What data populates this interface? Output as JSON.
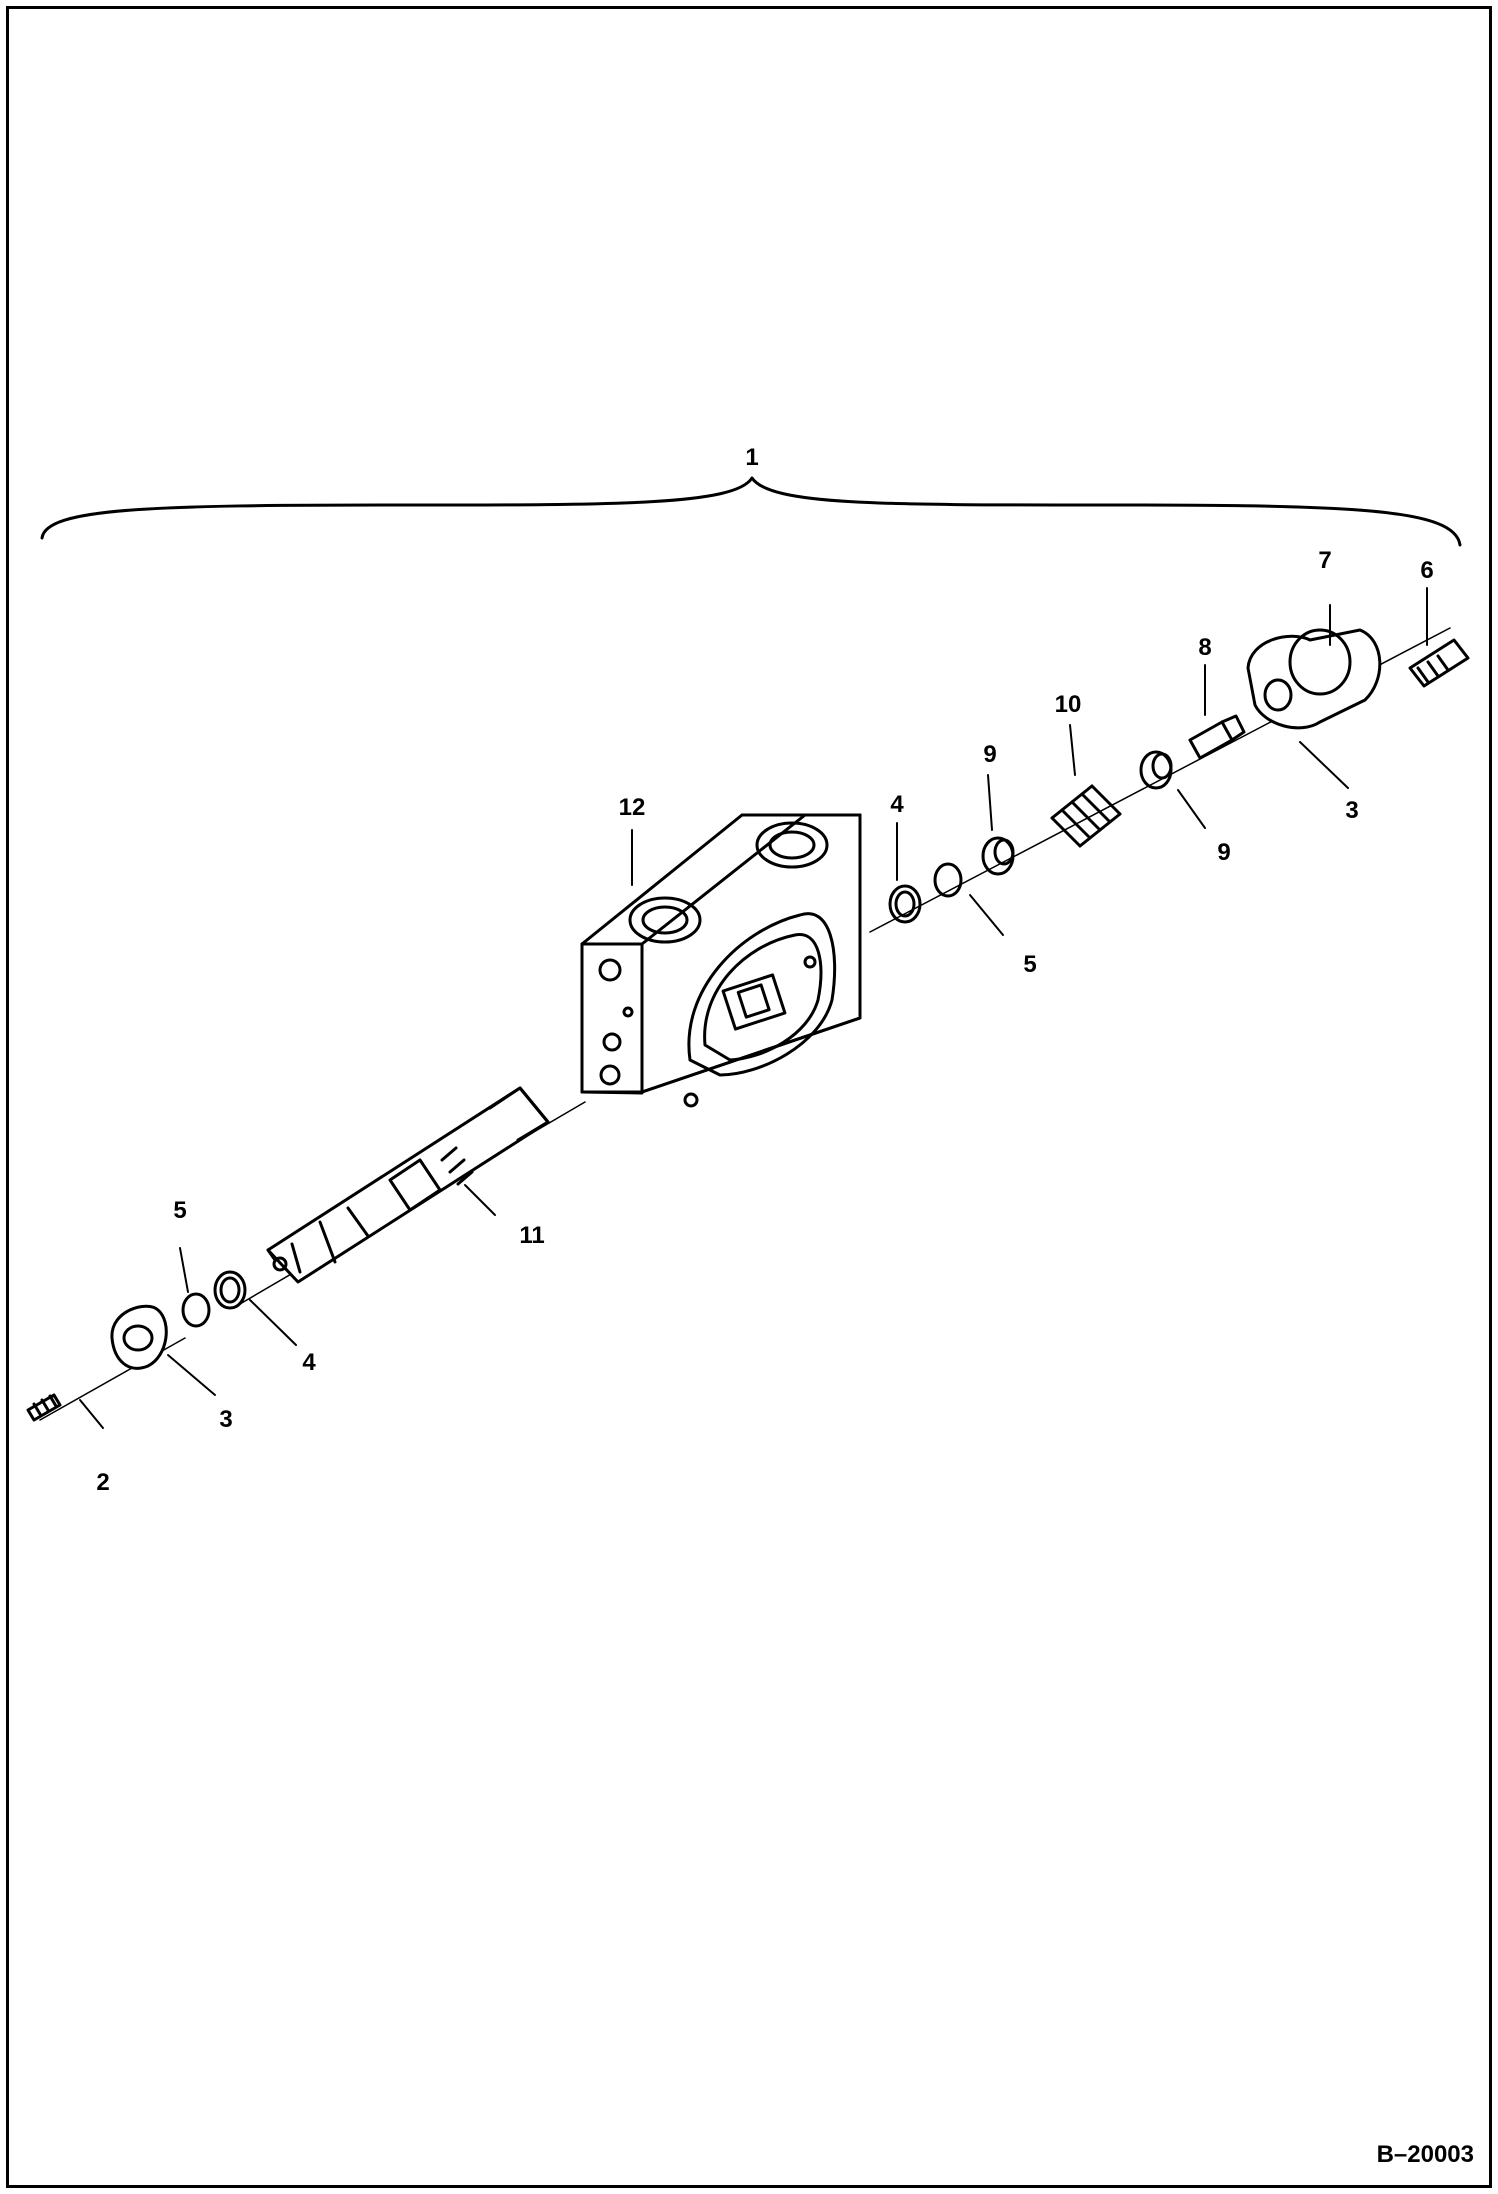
{
  "diagram": {
    "figure_ref": "B–20003",
    "callouts": {
      "c1": "1",
      "c2": "2",
      "c3a": "3",
      "c3b": "3",
      "c4a": "4",
      "c4b": "4",
      "c5a": "5",
      "c5b": "5",
      "c6": "6",
      "c7": "7",
      "c8": "8",
      "c9a": "9",
      "c9b": "9",
      "c10": "10",
      "c11": "11",
      "c12": "12"
    }
  }
}
